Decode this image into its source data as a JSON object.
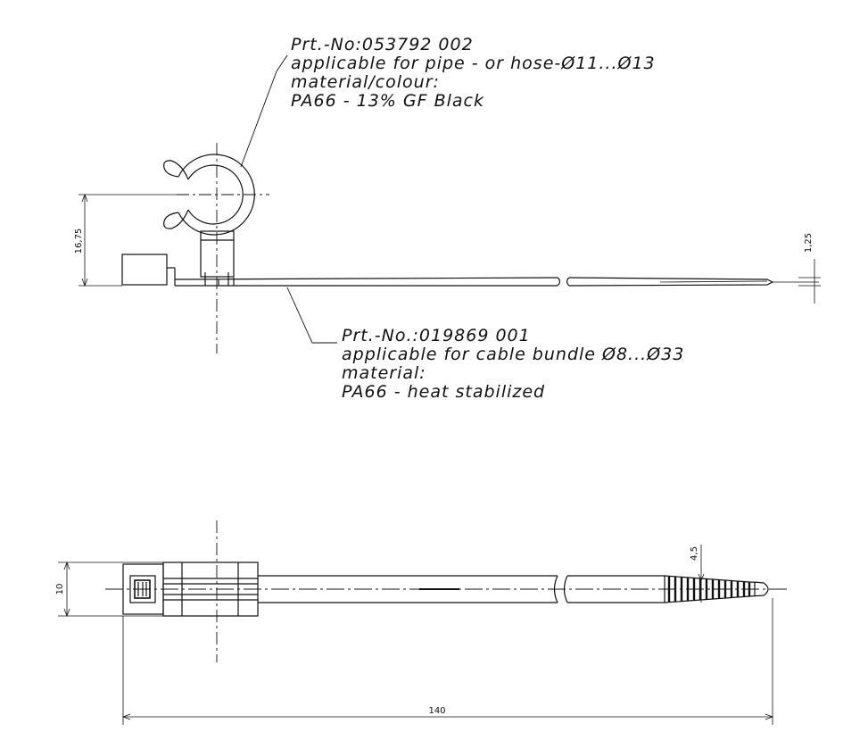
{
  "colors": {
    "line": "#111111",
    "background": "#ffffff"
  },
  "notes": {
    "top": {
      "part_no": "Prt.-No:053792 002",
      "applicable": "applicable for pipe - or hose-Ø11...Ø13",
      "material_label": "material/colour:",
      "material": "PA66 -  13% GF  Black"
    },
    "bottom": {
      "part_no": "Prt.-No.:019869 001",
      "applicable": "applicable for cable bundle Ø8...Ø33",
      "material_label": "material:",
      "material": "PA66 - heat stabilized"
    }
  },
  "dimensions": {
    "height": "16,75",
    "thickness": "1,25",
    "width": "10",
    "tip": "4,5",
    "length": "140"
  }
}
